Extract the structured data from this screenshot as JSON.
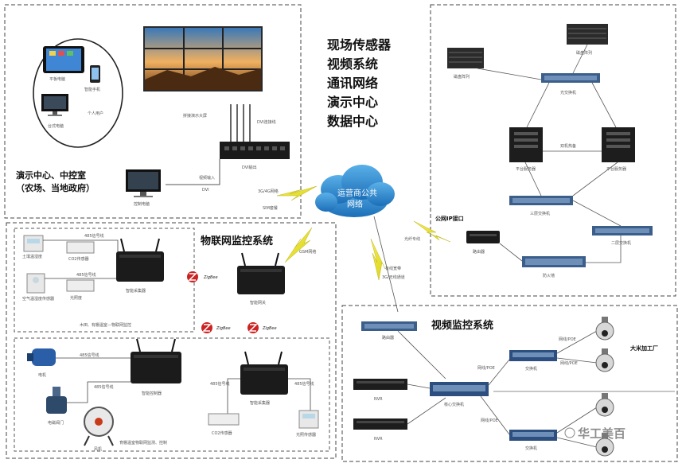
{
  "title_lines": [
    "现场传感器",
    "视频系统",
    "通讯网络",
    "演示中心",
    "数据中心"
  ],
  "demo_center": {
    "heading_line1": "演示中心、中控室",
    "heading_line2": "（农场、当地政府）",
    "devices": {
      "tablet": "平板电脑",
      "phone": "智能手机",
      "desktop": "台式电脑",
      "personal_user": "个人用户",
      "control_pc": "控制电脑",
      "video_wall": "拼接演示大屏",
      "hdmi_line": "DVI连接线",
      "video_input": "视频输入",
      "dvi": "DVI",
      "dvi_out": "DVI输出"
    }
  },
  "cloud": {
    "line1": "运营商公共",
    "line2": "网络"
  },
  "links": {
    "wireless_1": "3G/4G网络",
    "wired": "SIM套餐",
    "gsm": "GSM网络",
    "fiber": "光纤专线",
    "broadband": "有线宽带",
    "broadband_2": "3G/无线通道"
  },
  "data_center": {
    "public_ip": "公网IP接口",
    "storage_left": "磁盘阵列",
    "storage_right": "磁盘阵列",
    "core_switch": "光交换机",
    "server_left": "平台服务器",
    "server_right": "平台服务器",
    "hotbackup": "双机热备",
    "switch2": "三层交换机",
    "router": "路由器",
    "firewall": "防火墙",
    "switch3": "二层交换机"
  },
  "iot": {
    "heading": "物联网监控系统",
    "collector": "智能采集器",
    "gateway": "智能网关",
    "controller": "智能控制器",
    "collector2": "智能采集器",
    "zigbee": "ZigBee",
    "box1_caption": "木田、有棚温室—物联网监控",
    "box2_caption": "育棚温室物联网监测、控制",
    "sig1": "485信号线",
    "sig2": "485信号线",
    "sig3": "485信号线",
    "sig4": "485信号线",
    "sig5": "485信号线",
    "sig6": "485信号线",
    "sensor_a": "土壤温湿度",
    "sensor_b": "CO2传感器",
    "sensor_c": "空气温湿度传感器",
    "sensor_d": "光照度",
    "motor": "电机",
    "valve": "电磁阀门",
    "fan": "风机",
    "sensor_e": "CO2传感器",
    "sensor_f": "光照传感器"
  },
  "video": {
    "heading": "视频监控系统",
    "router": "路由器",
    "core_switch": "核心交换机",
    "nvr1": "NVR",
    "nvr2": "NVR",
    "switch_top": "交换机",
    "switch_bottom": "交换机",
    "cable1": "网线/POE",
    "cable2": "网线/POE",
    "cable3": "网线/POE",
    "cable4": "网线/POE",
    "factory": "大米加工厂"
  },
  "watermark": "华工美百"
}
